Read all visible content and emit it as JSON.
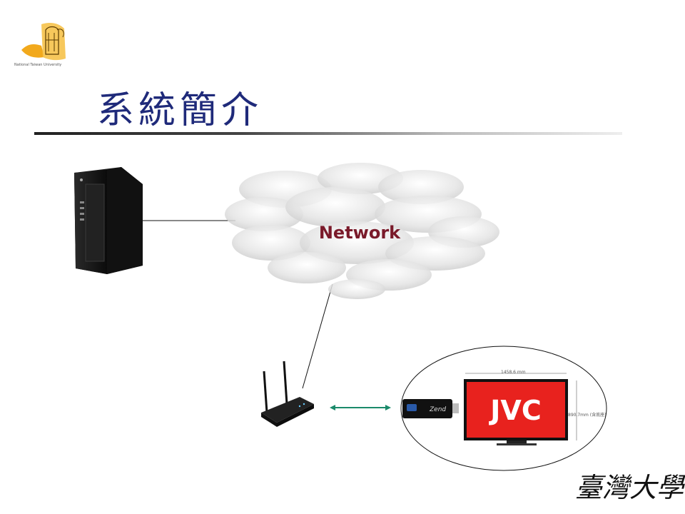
{
  "slide": {
    "title": "系統簡介",
    "logo_caption": "National Taiwan University",
    "signature": "臺灣大學"
  },
  "diagram": {
    "cloud_label": "Network",
    "tv_brand": "JVC",
    "dongle_text": "Zend",
    "tv_width_label": "1458.6 mm",
    "tv_height_label": "890.7mm (含底座)",
    "colors": {
      "title": "#1f2a7a",
      "cloud_text": "#7a1a2a",
      "tv_screen": "#e8221e",
      "connector": "#1a8a6a"
    }
  }
}
